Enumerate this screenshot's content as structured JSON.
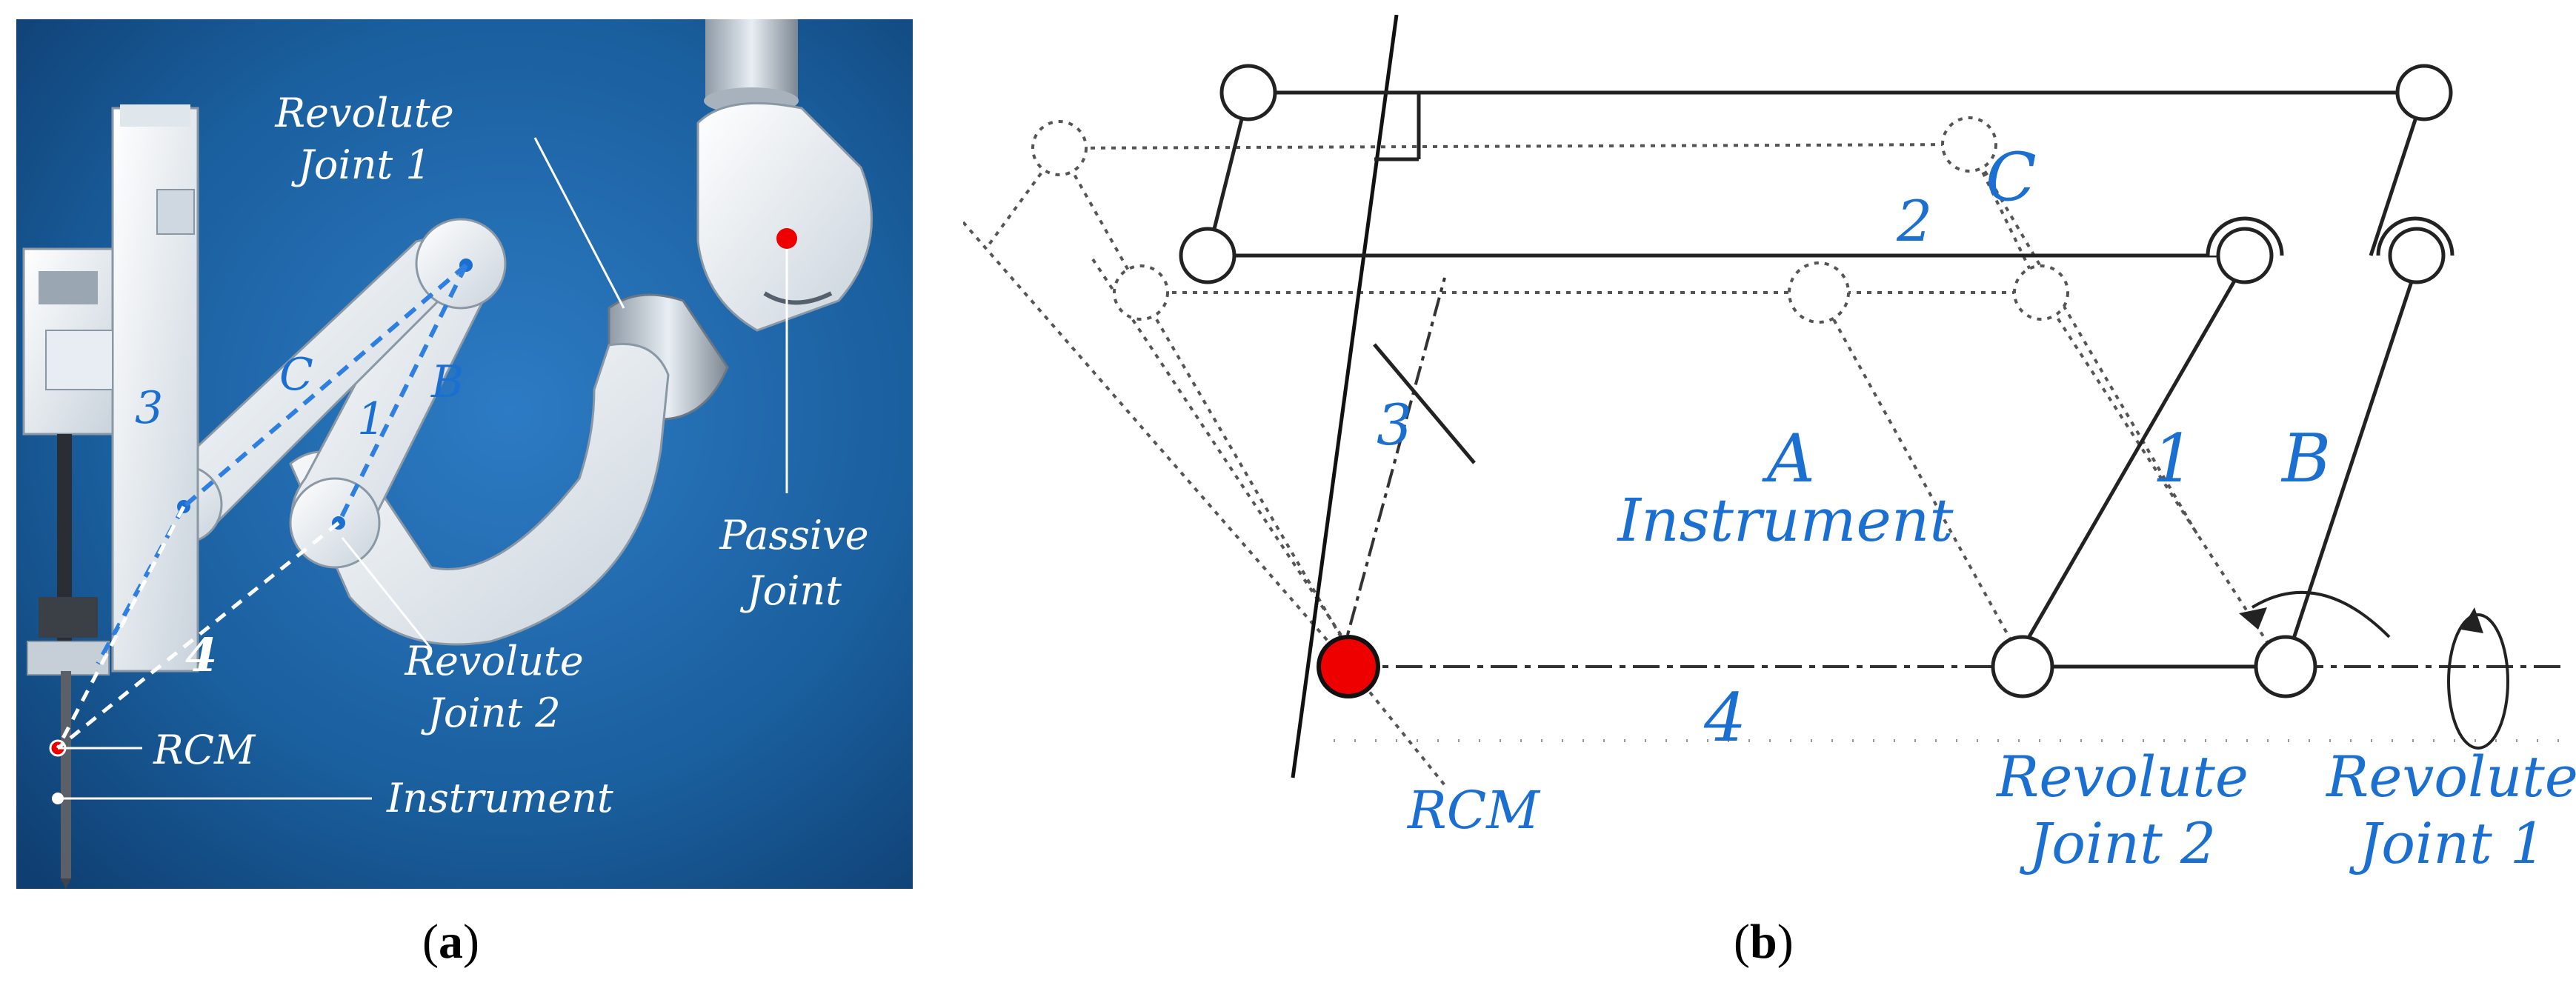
{
  "panel_a": {
    "caption_letter": "a",
    "labels": {
      "revolute_joint_1": [
        "Revolute",
        "Joint 1"
      ],
      "revolute_joint_2": [
        "Revolute",
        "Joint 2"
      ],
      "passive_joint": [
        "Passive",
        "Joint"
      ],
      "rcm": "RCM",
      "instrument": "Instrument",
      "link_a": "1",
      "link_b": "B",
      "link_c": "C",
      "link_3": "3",
      "link_4": "4"
    }
  },
  "panel_b": {
    "caption_letter": "b",
    "labels": {
      "n1": "1",
      "n2": "2",
      "n3": "3",
      "n4": "4",
      "a": "A",
      "b": "B",
      "c": "C",
      "instrument": "Instrument",
      "rcm": "RCM",
      "revolute_joint_2": [
        "Revolute",
        "Joint 2"
      ],
      "revolute_joint_1": [
        "Revolute",
        "Joint 1"
      ]
    }
  },
  "colors": {
    "label_blue": "#1a6fd0",
    "rcm_red": "#ee0000",
    "photo_bg": "#1a5f9e"
  }
}
